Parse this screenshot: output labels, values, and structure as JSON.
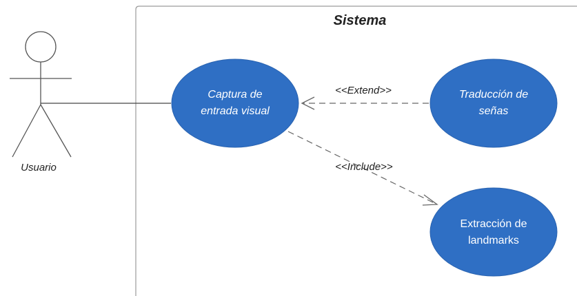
{
  "system": {
    "title": "Sistema"
  },
  "actor": {
    "name": "Usuario"
  },
  "use_cases": {
    "captura": {
      "line1": "Captura de",
      "line2": "entrada visual"
    },
    "traduccion": {
      "line1": "Traducción de",
      "line2": "señas"
    },
    "extraccion": {
      "line1": "Extracción de",
      "line2": "landmarks"
    }
  },
  "relations": {
    "extend": "<<Extend>>",
    "include": "<<Include>>"
  },
  "colors": {
    "use_case_fill": "#2f6fc4",
    "frame_stroke": "#9a9a9a",
    "line": "#444444"
  }
}
